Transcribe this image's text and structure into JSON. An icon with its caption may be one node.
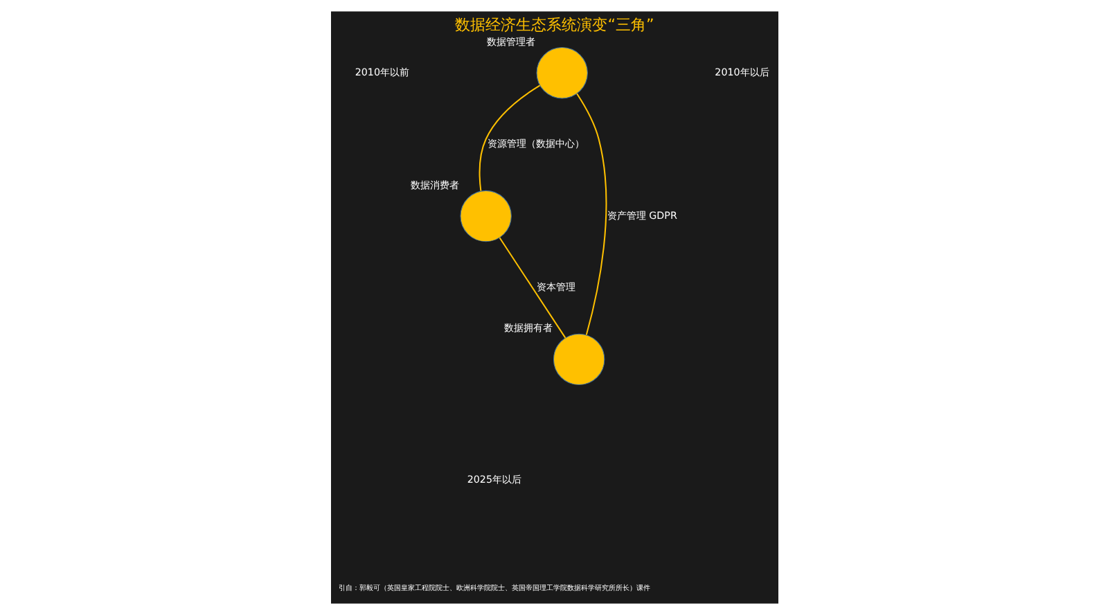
{
  "diagram": {
    "title": "数据经济生态系统演变“三角”",
    "caption": "引自：郭毅可（英国皇家工程院院士、欧洲科学院院士、英国帝国理工学院数据科学研究所所长）课件",
    "nodes": [
      {
        "text": [],
        "shape": "circle",
        "beside": [
          "数据管理者"
        ]
      },
      {
        "text": [],
        "shape": "circle",
        "beside": [
          "数据消费者"
        ]
      },
      {
        "text": [],
        "shape": "circle",
        "beside": [
          "数据拥有者"
        ]
      }
    ],
    "edges": [
      {
        "from": 0,
        "to": 1,
        "arrow": "none",
        "label": "资源管理（数据中心）"
      },
      {
        "from": 0,
        "to": 2,
        "arrow": "none",
        "label": "资产管理 GDPR"
      },
      {
        "from": 1,
        "to": 2,
        "arrow": "none",
        "label": "资本管理"
      }
    ],
    "labels": [
      "2010年以前",
      "2010年以后",
      "2025年以后"
    ]
  }
}
